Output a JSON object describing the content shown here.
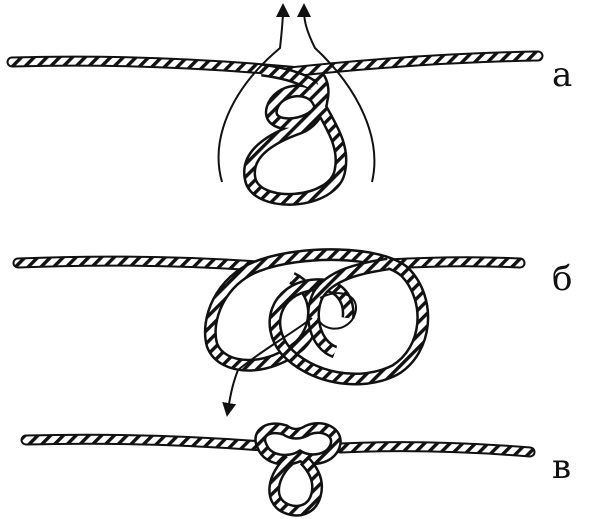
{
  "steps": [
    {
      "label": "а"
    },
    {
      "label": "б"
    },
    {
      "label": "в"
    }
  ],
  "colors": {
    "ink": "#111111",
    "paper": "#ffffff"
  },
  "icons": [
    "arrow-up-icon",
    "arrow-down-icon"
  ]
}
